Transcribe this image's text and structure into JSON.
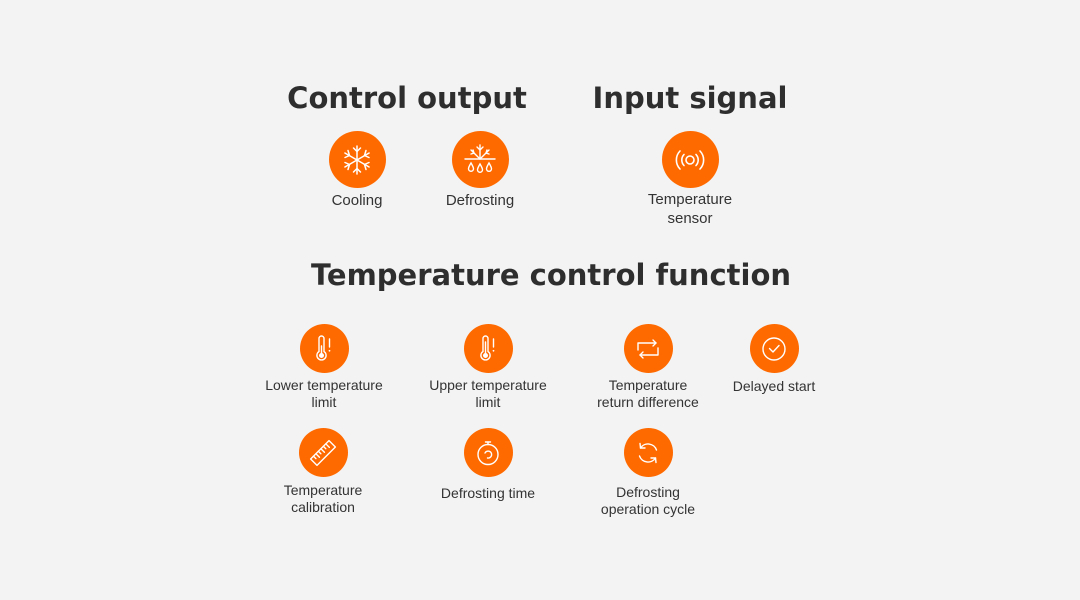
{
  "accent_color": "#ff6a00",
  "sections": {
    "control_output": {
      "title": "Control output",
      "items": [
        {
          "label": "Cooling",
          "icon": "snowflake-icon"
        },
        {
          "label": "Defrosting",
          "icon": "defrost-icon"
        }
      ]
    },
    "input_signal": {
      "title": "Input signal",
      "items": [
        {
          "label": "Temperature\nsensor",
          "icon": "sensor-icon"
        }
      ]
    },
    "temperature_control": {
      "title": "Temperature control function",
      "items": [
        {
          "label": "Lower temperature\nlimit",
          "icon": "thermometer-alert-icon"
        },
        {
          "label": "Upper temperature\nlimit",
          "icon": "thermometer-alert-icon"
        },
        {
          "label": "Temperature\nreturn difference",
          "icon": "return-arrows-icon"
        },
        {
          "label": "Delayed start",
          "icon": "clock-icon"
        },
        {
          "label": "Temperature\ncalibration",
          "icon": "ruler-icon"
        },
        {
          "label": "Defrosting time",
          "icon": "stopwatch-icon"
        },
        {
          "label": "Defrosting\noperation cycle",
          "icon": "cycle-icon"
        }
      ]
    }
  }
}
